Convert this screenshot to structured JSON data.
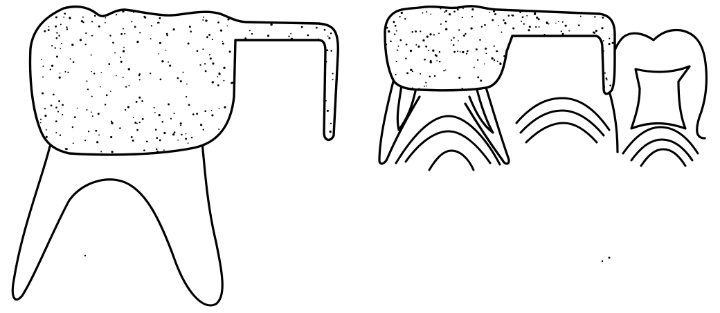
{
  "figure": {
    "panels": [
      {
        "id": "left",
        "subject": "crown-with-distal-extension-and-roots"
      },
      {
        "id": "right",
        "subject": "space-maintainer-on-primary-molar-with-successor-and-abutment"
      }
    ],
    "colors": {
      "ink": "#000000",
      "background": "#ffffff"
    }
  }
}
